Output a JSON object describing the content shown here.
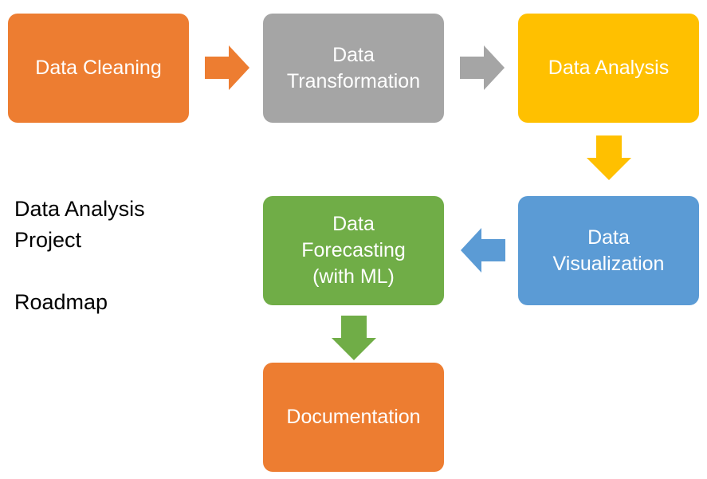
{
  "side_title": {
    "line1": "Data Analysis",
    "line2": "Project",
    "line3": "Roadmap"
  },
  "steps": [
    {
      "lines": [
        "Data Cleaning"
      ],
      "color": "#ED7D31"
    },
    {
      "lines": [
        "Data",
        "Transformation"
      ],
      "color": "#A5A5A5"
    },
    {
      "lines": [
        "Data Analysis"
      ],
      "color": "#FFC000"
    },
    {
      "lines": [
        "Data",
        "Visualization"
      ],
      "color": "#5B9BD5"
    },
    {
      "lines": [
        "Data",
        "Forecasting",
        "(with ML)"
      ],
      "color": "#70AD47"
    },
    {
      "lines": [
        "Documentation"
      ],
      "color": "#ED7D31"
    }
  ],
  "arrows": [
    {
      "direction": "right",
      "color": "#ED7D31"
    },
    {
      "direction": "right",
      "color": "#A5A5A5"
    },
    {
      "direction": "down",
      "color": "#FFC000"
    },
    {
      "direction": "left",
      "color": "#5B9BD5"
    },
    {
      "direction": "down",
      "color": "#70AD47"
    }
  ]
}
